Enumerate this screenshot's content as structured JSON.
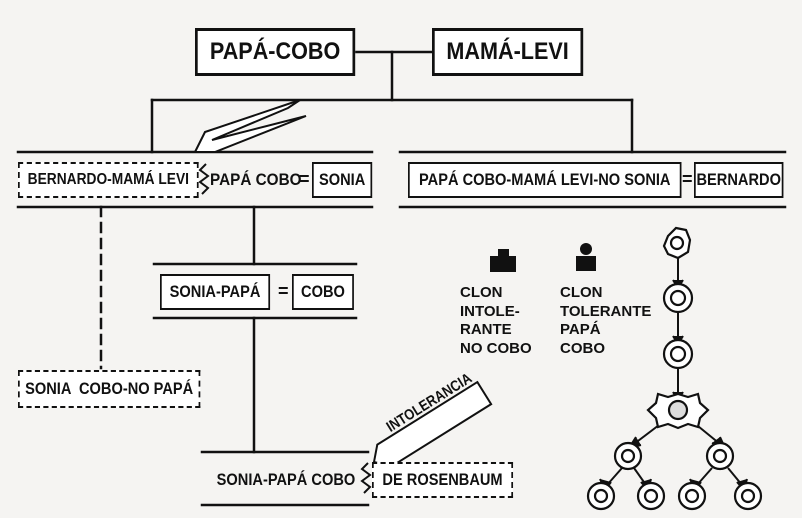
{
  "diagram": {
    "papa_cobo": "PAPÁ-COBO",
    "mama_levi": "MAMÁ-LEVI",
    "bernardo_mama_levi": "BERNARDO-MAMÁ LEVI",
    "papa_cobo_short": "PAPÁ COBO",
    "equals": "=",
    "sonia": "SONIA",
    "papa_cobo_mama_levi_no_sonia": "PAPÁ COBO-MAMÁ LEVI-NO SONIA",
    "bernardo": "BERNARDO",
    "sonia_papa": "SONIA-PAPÁ",
    "cobo": "COBO",
    "sonia_cobo_no_papa": "SONIA  COBO-NO PAPÁ",
    "sonia_papa_cobo": "SONIA-PAPÁ COBO",
    "de_rosenbaum": "DE ROSENBAUM",
    "intolerancia": "INTOLERANCIA",
    "legend_intolerant": "CLON\nINTOLE-\nRANTE\nNO COBO",
    "legend_tolerant": "CLON\nTOLERANTE\nPAPÁ\nCOBO"
  },
  "colors": {
    "line": "#111111",
    "background": "#f5f4f2",
    "box_fill": "#ffffff"
  }
}
